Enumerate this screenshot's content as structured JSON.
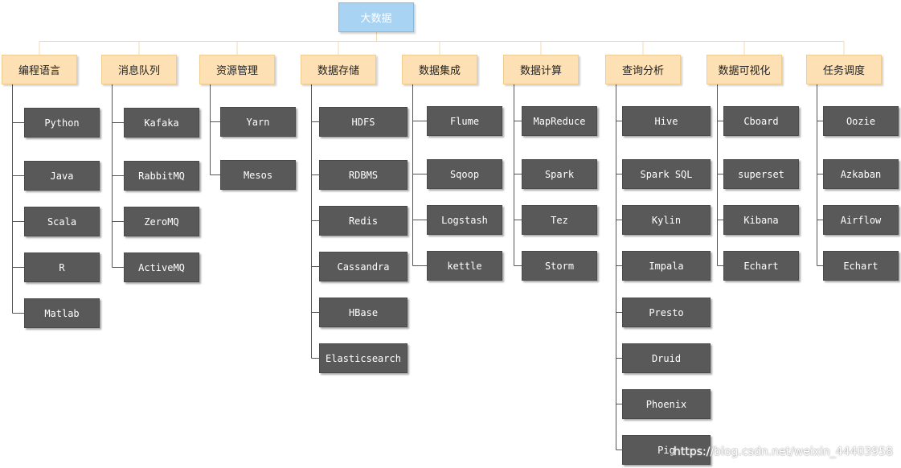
{
  "root": "大数据",
  "watermark": "https://blog.csdn.net/weixin_44403958",
  "categories": [
    {
      "label": "编程语言",
      "items": [
        "Python",
        "Java",
        "Scala",
        "R",
        "Matlab"
      ]
    },
    {
      "label": "消息队列",
      "items": [
        "Kafaka",
        "RabbitMQ",
        "ZeroMQ",
        "ActiveMQ"
      ]
    },
    {
      "label": "资源管理",
      "items": [
        "Yarn",
        "Mesos"
      ]
    },
    {
      "label": "数据存储",
      "items": [
        "HDFS",
        "RDBMS",
        "Redis",
        "Cassandra",
        "HBase",
        "Elasticsearch"
      ]
    },
    {
      "label": "数据集成",
      "items": [
        "Flume",
        "Sqoop",
        "Logstash",
        "kettle"
      ]
    },
    {
      "label": "数据计算",
      "items": [
        "MapReduce",
        "Spark",
        "Tez",
        "Storm"
      ]
    },
    {
      "label": "查询分析",
      "items": [
        "Hive",
        "Spark SQL",
        "Kylin",
        "Impala",
        "Presto",
        "Druid",
        "Phoenix",
        "Pig"
      ]
    },
    {
      "label": "数据可视化",
      "items": [
        "Cboard",
        "superset",
        "Kibana",
        "Echart"
      ]
    },
    {
      "label": "任务调度",
      "items": [
        "Oozie",
        "Azkaban",
        "Airflow",
        "Echart"
      ]
    }
  ]
}
